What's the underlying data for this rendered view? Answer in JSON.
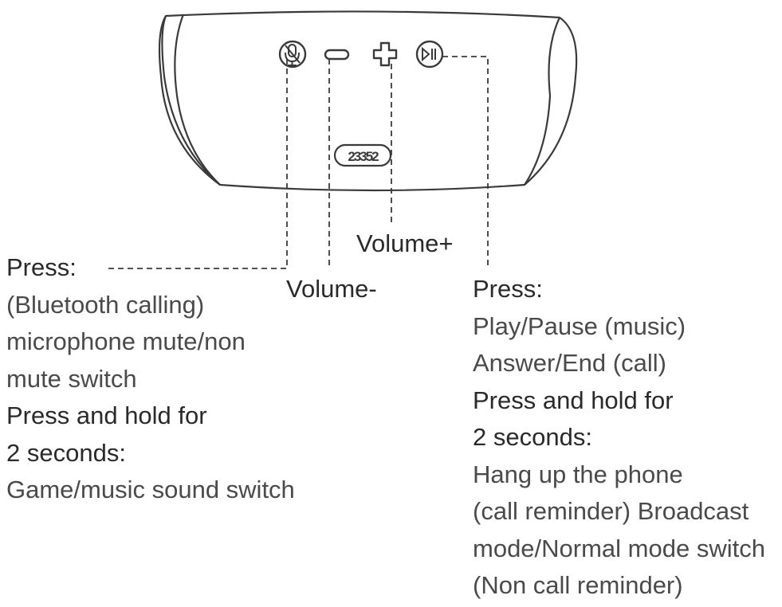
{
  "device": {
    "buttons": [
      {
        "icon": "microphone-icon"
      },
      {
        "icon": "minus-icon"
      },
      {
        "icon": "plus-icon"
      },
      {
        "icon": "play-pause-icon"
      }
    ],
    "badge_text": "23352"
  },
  "labels": {
    "volume_plus": "Volume+",
    "volume_minus": "Volume-"
  },
  "mic_button": {
    "press_heading": "Press:",
    "press_lines": [
      "(Bluetooth calling)",
      "microphone mute/non",
      "mute switch"
    ],
    "hold_heading_1": "Press and hold for",
    "hold_heading_2": "2 seconds:",
    "hold_lines": [
      "Game/music sound switch"
    ]
  },
  "play_button": {
    "press_heading": "Press:",
    "press_lines": [
      "Play/Pause (music)",
      "Answer/End (call)"
    ],
    "hold_heading_1": "Press and hold for",
    "hold_heading_2": "2 seconds:",
    "hold_lines": [
      "Hang up the phone",
      "(call reminder) Broadcast",
      "mode/Normal mode switch",
      "(Non call reminder)"
    ]
  },
  "colors": {
    "line": "#3a3a3a",
    "text": "#3a3a3a"
  }
}
